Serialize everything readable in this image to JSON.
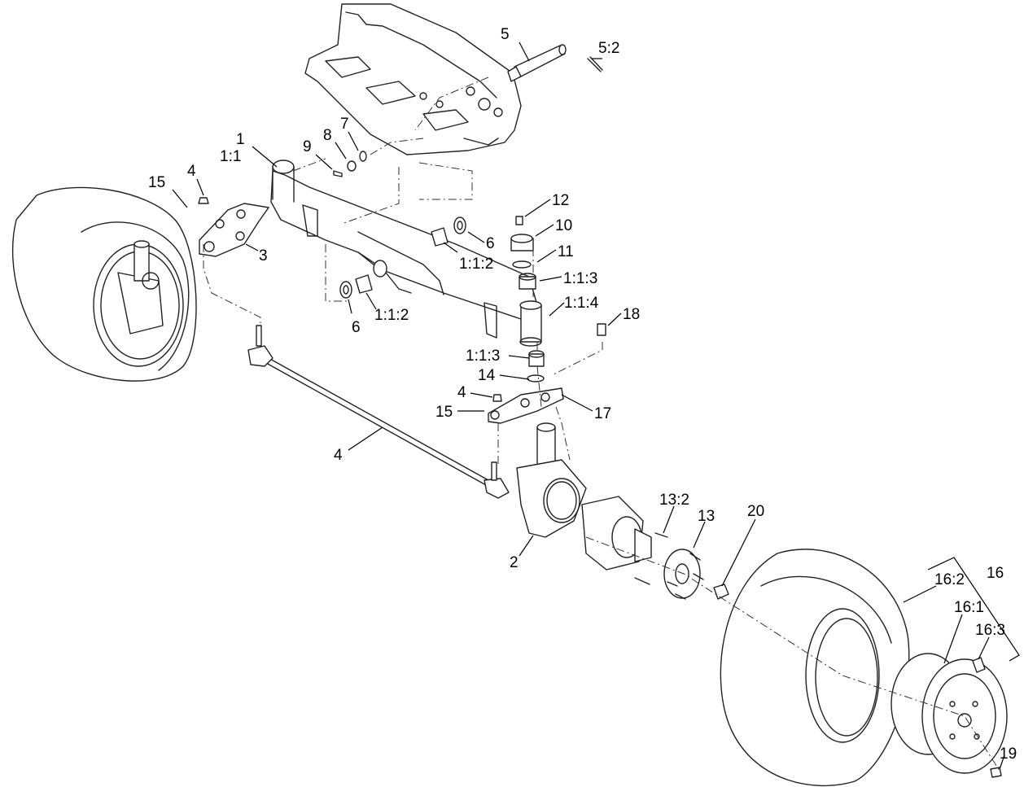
{
  "diagram": {
    "callouts": [
      {
        "id": "c-1",
        "text": "1"
      },
      {
        "id": "c-1-1",
        "text": "1:1"
      },
      {
        "id": "c-2",
        "text": "2"
      },
      {
        "id": "c-3",
        "text": "3"
      },
      {
        "id": "c-4a",
        "text": "4"
      },
      {
        "id": "c-4b",
        "text": "4"
      },
      {
        "id": "c-4c",
        "text": "4"
      },
      {
        "id": "c-5",
        "text": "5"
      },
      {
        "id": "c-5-2",
        "text": "5:2"
      },
      {
        "id": "c-6a",
        "text": "6"
      },
      {
        "id": "c-6b",
        "text": "6"
      },
      {
        "id": "c-7",
        "text": "7"
      },
      {
        "id": "c-8",
        "text": "8"
      },
      {
        "id": "c-9",
        "text": "9"
      },
      {
        "id": "c-10",
        "text": "10"
      },
      {
        "id": "c-11",
        "text": "11"
      },
      {
        "id": "c-12",
        "text": "12"
      },
      {
        "id": "c-1-1-2a",
        "text": "1:1:2"
      },
      {
        "id": "c-1-1-2b",
        "text": "1:1:2"
      },
      {
        "id": "c-1-1-3a",
        "text": "1:1:3"
      },
      {
        "id": "c-1-1-3b",
        "text": "1:1:3"
      },
      {
        "id": "c-1-1-4",
        "text": "1:1:4"
      },
      {
        "id": "c-13",
        "text": "13"
      },
      {
        "id": "c-13-2",
        "text": "13:2"
      },
      {
        "id": "c-14",
        "text": "14"
      },
      {
        "id": "c-15a",
        "text": "15"
      },
      {
        "id": "c-15b",
        "text": "15"
      },
      {
        "id": "c-16",
        "text": "16"
      },
      {
        "id": "c-16-1",
        "text": "16:1"
      },
      {
        "id": "c-16-2",
        "text": "16:2"
      },
      {
        "id": "c-16-3",
        "text": "16:3"
      },
      {
        "id": "c-17",
        "text": "17"
      },
      {
        "id": "c-18",
        "text": "18"
      },
      {
        "id": "c-19",
        "text": "19"
      },
      {
        "id": "c-20",
        "text": "20"
      }
    ]
  }
}
